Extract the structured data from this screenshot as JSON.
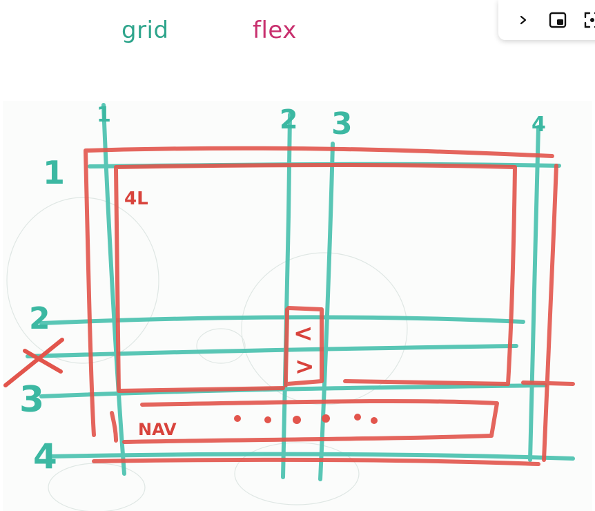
{
  "legend": {
    "grid_label": "grid",
    "flex_label": "flex",
    "grid_color": "#2fa58c",
    "flex_color": "#c8306e"
  },
  "toolbar": {
    "icons": [
      "chevron-right-icon",
      "picture-in-picture-icon",
      "fullscreen-icon"
    ]
  },
  "sketch": {
    "grid_stroke_color": "#4cc2b0",
    "flex_stroke_color": "#e2554c",
    "column_numbers": [
      "1",
      "2",
      "3",
      "4"
    ],
    "row_numbers": [
      "1",
      "2",
      "3",
      "4"
    ],
    "hero_label": "4L",
    "nav_label": "NAV",
    "slider_prev_arrow": "<",
    "slider_next_arrow": ">",
    "nav_dot_count": 6
  }
}
